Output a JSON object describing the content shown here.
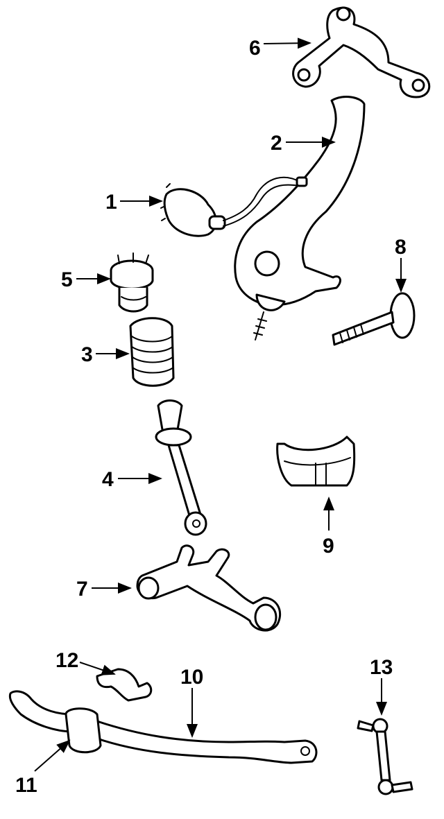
{
  "diagram": {
    "callouts": [
      "1",
      "2",
      "3",
      "4",
      "5",
      "6",
      "7",
      "8",
      "9",
      "10",
      "11",
      "12",
      "13"
    ],
    "colors": {
      "line": "#000000",
      "background": "#ffffff"
    }
  }
}
